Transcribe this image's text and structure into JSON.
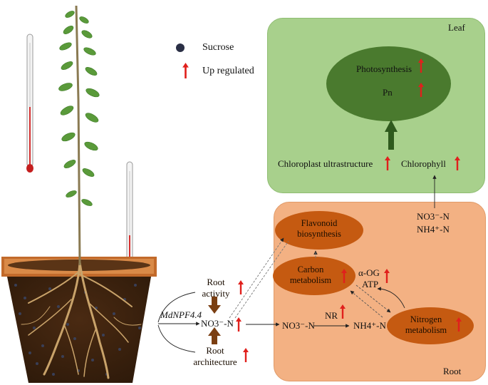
{
  "legend": {
    "sucrose_label": "Sucrose",
    "up_label": "Up regulated"
  },
  "leaf": {
    "title": "Leaf",
    "photosynthesis": "Photosynthesis",
    "pn": "Pn",
    "chloroplast": "Chloroplast ultrastructure",
    "chlorophyll": "Chlorophyll"
  },
  "root": {
    "title": "Root",
    "flavonoid_line1": "Flavonoid",
    "flavonoid_line2": "biosynthesis",
    "carbon_line1": "Carbon",
    "carbon_line2": "metabolism",
    "nitrogen_line1": "Nitrogen",
    "nitrogen_line2": "metabolism",
    "aog": "α-OG",
    "atp": "ATP",
    "nr": "NR",
    "no3_root": "NO3⁻-N",
    "nh4_root": "NH4⁺-N",
    "no3_top": "NO3⁻-N",
    "nh4_top": "NH4⁺-N"
  },
  "center": {
    "gene": "MdNPF4.4",
    "root_activity_line1": "Root",
    "root_activity_line2": "activity",
    "no3_center": "NO3⁻-N",
    "root_arch_line1": "Root",
    "root_arch_line2": "architecture"
  },
  "colors": {
    "leaf_panel": "#a8d08c",
    "leaf_ellipse": "#4a7a2e",
    "root_panel": "#f3b183",
    "root_ellipse": "#c55a11",
    "up_arrow": "#e0201c",
    "brown_arrow": "#7b3f12",
    "green_arrow": "#2f5a1e",
    "sucrose_dot": "#2a2f45"
  }
}
